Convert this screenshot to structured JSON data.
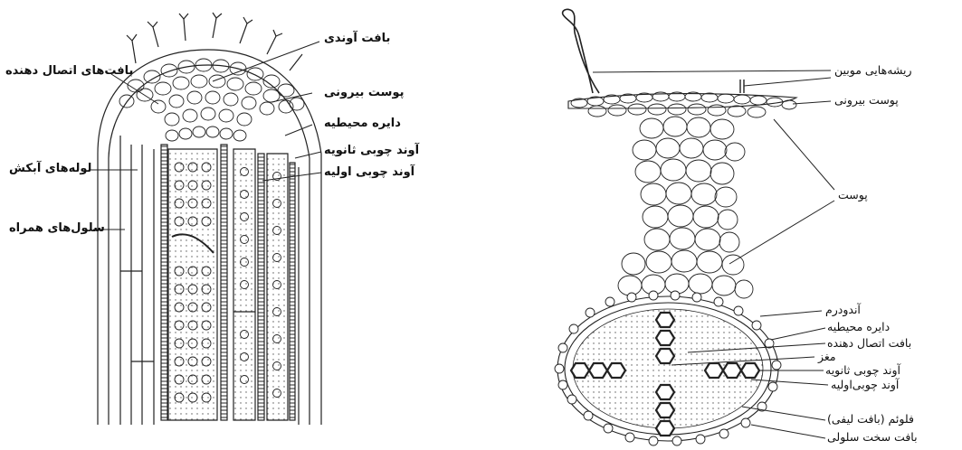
{
  "left_figure": {
    "labels": {
      "meristem": "بافت آوندی",
      "connective": "بافت‌های اتصال دهنده",
      "epidermis": "پوست بیرونی",
      "pericycle": "دایره محیطیه",
      "secondary_xylem": "آوند چوبی ثانویه",
      "primary_xylem": "آوند چوبی اولیه",
      "sieve_tubes": "لوله‌های آبکش",
      "companion_cells": "سلول‌های همراه"
    }
  },
  "right_figure": {
    "labels": {
      "root_hairs": "ریشه‌هایی موبین",
      "epidermis": "پوست بیرونی",
      "cortex": "پوست",
      "endodermis": "آندودرم",
      "pericycle": "دایره محیطیه",
      "connective": "بافت اتصال دهنده",
      "pith": "مغز",
      "secondary_xylem": "آوند چوبی ثانویه",
      "primary_xylem": "آوند چوبی‌اولیه",
      "phloem": "فلوئم (بافت لیفی)",
      "sclerenchyma": "بافت سخت سلولی"
    }
  }
}
